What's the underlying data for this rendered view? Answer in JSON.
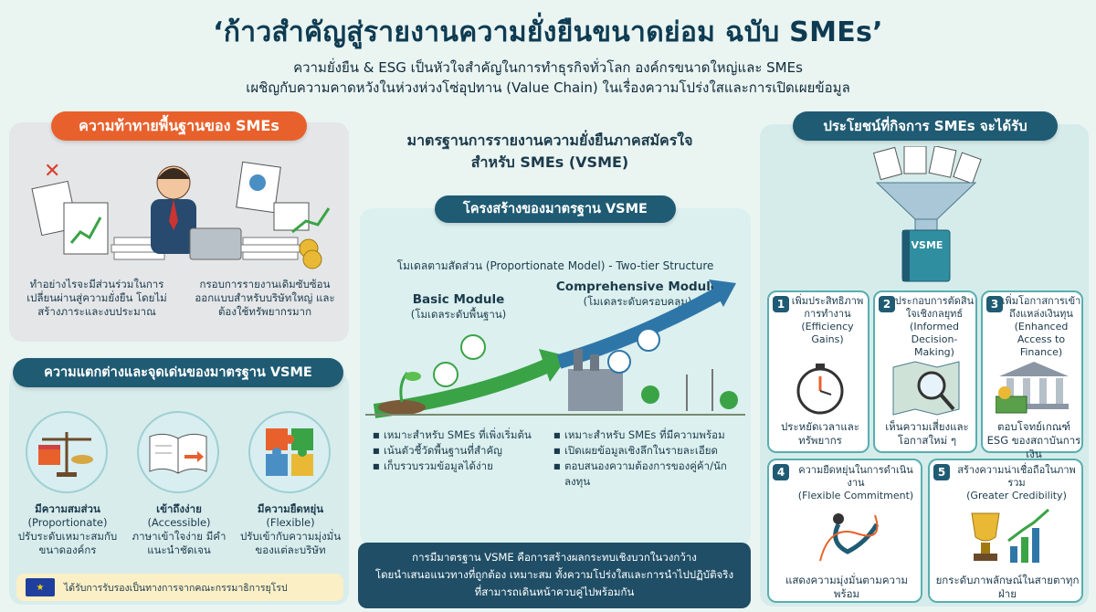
{
  "title": "‘ก้าวสำคัญสู่รายงานความยั่งยืนขนาดย่อม ฉบับ SMEs’",
  "subtitle_line1": "ความยั่งยืน & ESG เป็นหัวใจสำคัญในการทำธุรกิจทั่วโลก องค์กรขนาดใหญ่และ SMEs",
  "subtitle_line2": "เผชิญกับความคาดหวังในห่วงห่วงโซ่อุปทาน (Value Chain) ในเรื่องความโปร่งใสและการเปิดเผยข้อมูล",
  "challenges": {
    "header": "ความท้าทายพื้นฐานของ SMEs",
    "left_text": "ทำอย่างไรจะมีส่วนร่วมในการเปลี่ยนผ่านสู่ความยั่งยืน โดยไม่สร้างภาระและงบประมาณ",
    "right_text": "กรอบการรายงานเดิมซับซ้อน ออกแบบสำหรับบริษัทใหญ่ และต้องใช้ทรัพยากรมาก"
  },
  "differences": {
    "header": "ความแตกต่างและจุดเด่นของมาตรฐาน VSME",
    "items": [
      {
        "title": "มีความสมส่วน",
        "en": "(Proportionate)",
        "desc": "ปรับระดับเหมาะสมกับขนาดองค์กร",
        "icon": "scale-shop-icon"
      },
      {
        "title": "เข้าถึงง่าย",
        "en": "(Accessible)",
        "desc": "ภาษาเข้าใจง่าย มีคำแนะนำชัดเจน",
        "icon": "open-book-icon"
      },
      {
        "title": "มีความยืดหยุ่น",
        "en": "(Flexible)",
        "desc": "ปรับเข้ากับความมุ่งมั่นของแต่ละบริษัท",
        "icon": "puzzle-icon"
      }
    ]
  },
  "eu_note": "ได้รับการรับรองเป็นทางการจากคณะกรรมาธิการยุโรป",
  "center": {
    "title_line1": "มาตรฐานการรายงานความยั่งยืนภาคสมัครใจ",
    "title_line2": "สำหรับ SMEs (VSME)",
    "structure_header": "โครงสร้างของมาตรฐาน VSME",
    "model_label": "โมเดลตามสัดส่วน (Proportionate Model) - Two-tier Structure",
    "basic": {
      "title": "Basic Module",
      "sub": "(โมเดลระดับพื้นฐาน)",
      "bullets": [
        "เหมาะสำหรับ SMEs ที่เพิ่งเริ่มต้น",
        "เน้นตัวชี้วัดพื้นฐานที่สำคัญ",
        "เก็บรวบรวมข้อมูลได้ง่าย"
      ]
    },
    "comprehensive": {
      "title": "Comprehensive Module",
      "sub": "(โมเดลระดับครอบคลุม)",
      "bullets": [
        "เหมาะสำหรับ SMEs ที่มีความพร้อม",
        "เปิดเผยข้อมูลเชิงลึกในรายละเอียด",
        "ตอบสนองความต้องการของคู่ค้า/นักลงทุน"
      ]
    },
    "bottom_line1": "การมีมาตรฐาน VSME คือการสร้างผลกระทบเชิงบวกในวงกว้าง",
    "bottom_line2": "โดยนำเสนอแนวทางที่ถูกต้อง เหมาะสม ทั้งความโปร่งใสและการนำไปปฏิบัติจริง",
    "bottom_line3": "ที่สามารถเดินหน้าควบคู่ไปพร้อมกัน"
  },
  "benefits": {
    "header": "ประโยชน์ที่กิจการ SMEs จะได้รับ",
    "book_label": "VSME",
    "cards": [
      {
        "num": "1",
        "title": "เพิ่มประสิทธิภาพการทำงาน",
        "en": "(Efficiency Gains)",
        "desc": "ประหยัดเวลาและทรัพยากร",
        "icon": "stopwatch-icon"
      },
      {
        "num": "2",
        "title": "ประกอบการตัดสินใจเชิงกลยุทธ์",
        "en": "(Informed Decision-Making)",
        "desc": "เห็นความเสี่ยงและโอกาสใหม่ ๆ",
        "icon": "map-magnifier-icon"
      },
      {
        "num": "3",
        "title": "เพิ่มโอกาสการเข้าถึงแหล่งเงินทุน",
        "en": "(Enhanced Access to Finance)",
        "desc": "ตอบโจทย์เกณฑ์ ESG ของสถาบันการเงิน",
        "icon": "bank-money-icon"
      },
      {
        "num": "4",
        "title": "ความยืดหยุ่นในการดำเนินงาน",
        "en": "(Flexible Commitment)",
        "desc": "แสดงความมุ่งมั่นตามความพร้อม",
        "icon": "gymnast-icon"
      },
      {
        "num": "5",
        "title": "สร้างความน่าเชื่อถือในภาพรวม",
        "en": "(Greater Credibility)",
        "desc": "ยกระดับภาพลักษณ์ในสายตาทุกฝ่าย",
        "icon": "trophy-chart-icon"
      }
    ]
  },
  "colors": {
    "orange": "#e8612c",
    "teal": "#1f5b73",
    "green": "#3aa346",
    "light_panel": "#dcecea"
  }
}
